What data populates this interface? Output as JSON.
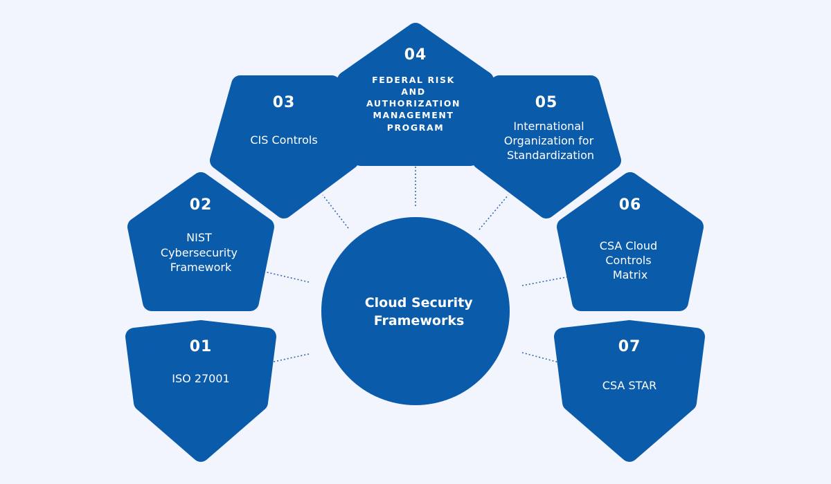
{
  "hub": {
    "lines": [
      "Cloud Security",
      "Frameworks"
    ]
  },
  "frameworks": [
    {
      "number": "01",
      "lines": [
        "ISO 27001"
      ]
    },
    {
      "number": "02",
      "lines": [
        "NIST",
        "Cybersecurity",
        "Framework"
      ]
    },
    {
      "number": "03",
      "lines": [
        "CIS Controls"
      ]
    },
    {
      "number": "04",
      "lines": [
        "FEDERAL RISK",
        "AND",
        "AUTHORIZATION",
        "MANAGEMENT",
        "PROGRAM"
      ]
    },
    {
      "number": "05",
      "lines": [
        "International",
        "Organization for",
        "Standardization"
      ]
    },
    {
      "number": "06",
      "lines": [
        "CSA Cloud",
        "Controls",
        "Matrix"
      ]
    },
    {
      "number": "07",
      "lines": [
        "CSA STAR"
      ]
    }
  ],
  "colors": {
    "background": "#f2f5fd",
    "shape_fill": "#0b5bab",
    "text": "#ffffff",
    "connector": "#2f66b1"
  }
}
